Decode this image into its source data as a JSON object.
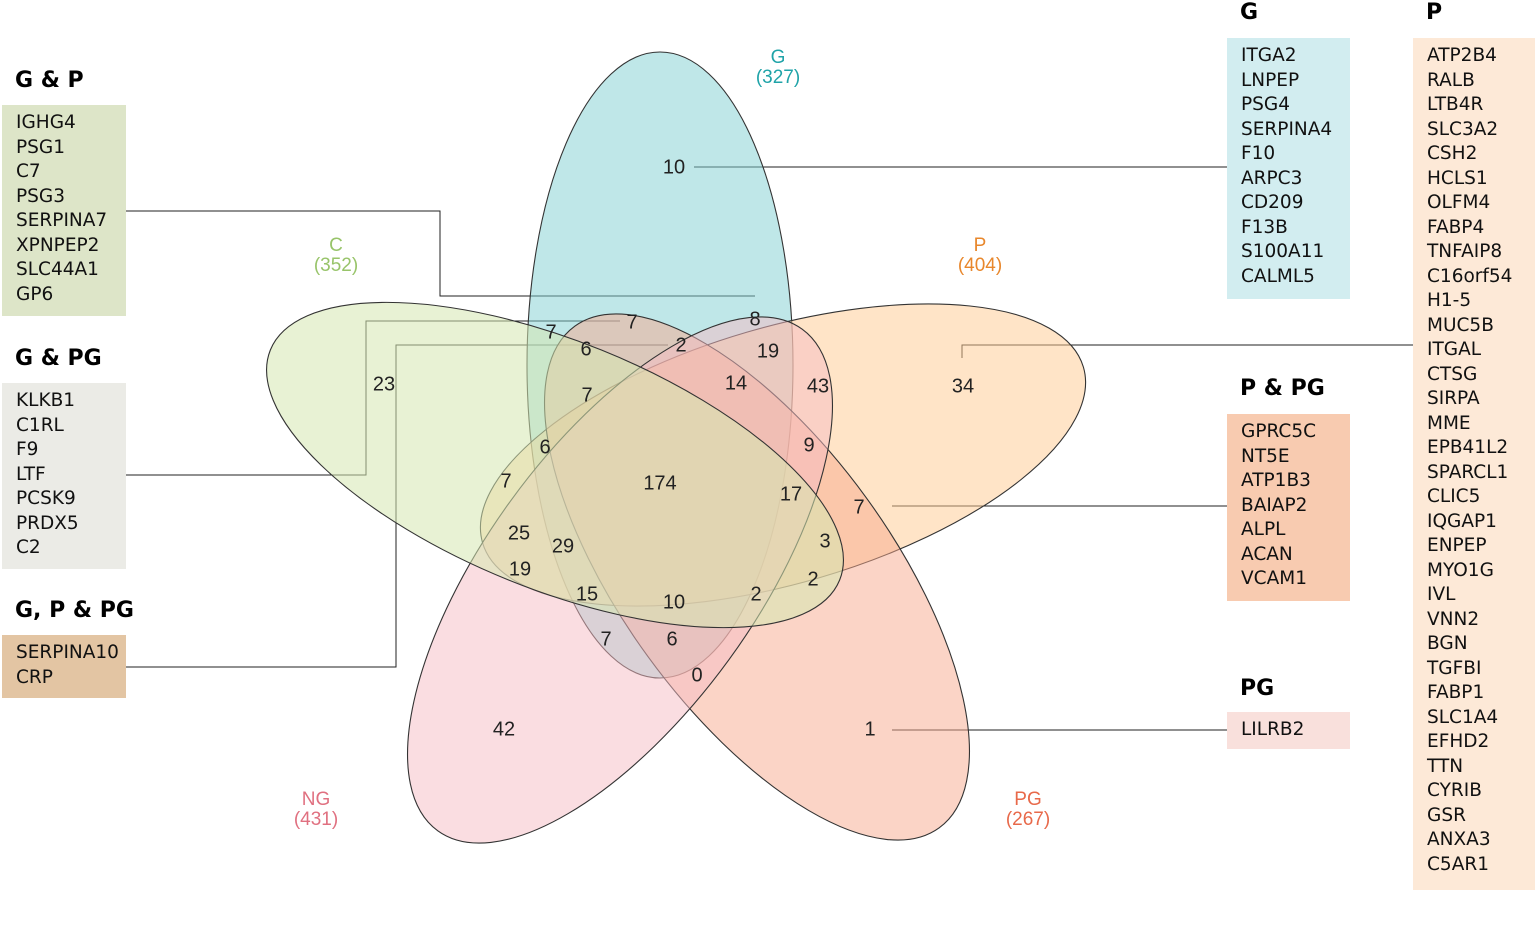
{
  "diagram": {
    "type": "venn",
    "sets": [
      {
        "id": "G",
        "name": "G",
        "count": "(327)",
        "color": "#1fa3a8"
      },
      {
        "id": "P",
        "name": "P",
        "count": "(404)",
        "color": "#e8872c"
      },
      {
        "id": "PG",
        "name": "PG",
        "count": "(267)",
        "color": "#e8694a"
      },
      {
        "id": "NG",
        "name": "NG",
        "count": "(431)",
        "color": "#e07080"
      },
      {
        "id": "C",
        "name": "C",
        "count": "(352)",
        "color": "#98c46a"
      }
    ],
    "regions": [
      {
        "id": "G-only",
        "value": "10"
      },
      {
        "id": "C-only",
        "value": "23"
      },
      {
        "id": "P-only",
        "value": "34"
      },
      {
        "id": "NG-only",
        "value": "42"
      },
      {
        "id": "PG-only",
        "value": "1"
      },
      {
        "id": "r-7a",
        "value": "7"
      },
      {
        "id": "r-7b",
        "value": "7"
      },
      {
        "id": "r-8",
        "value": "8"
      },
      {
        "id": "r-6a",
        "value": "6"
      },
      {
        "id": "r-2a",
        "value": "2"
      },
      {
        "id": "r-19a",
        "value": "19"
      },
      {
        "id": "r-7c",
        "value": "7"
      },
      {
        "id": "r-14",
        "value": "14"
      },
      {
        "id": "r-43",
        "value": "43"
      },
      {
        "id": "r-6b",
        "value": "6"
      },
      {
        "id": "r-9",
        "value": "9"
      },
      {
        "id": "r-7d",
        "value": "7"
      },
      {
        "id": "r-174",
        "value": "174"
      },
      {
        "id": "r-17",
        "value": "17"
      },
      {
        "id": "r-7e",
        "value": "7"
      },
      {
        "id": "r-25",
        "value": "25"
      },
      {
        "id": "r-29",
        "value": "29"
      },
      {
        "id": "r-3",
        "value": "3"
      },
      {
        "id": "r-19b",
        "value": "19"
      },
      {
        "id": "r-2b",
        "value": "2"
      },
      {
        "id": "r-15",
        "value": "15"
      },
      {
        "id": "r-10b",
        "value": "10"
      },
      {
        "id": "r-2c",
        "value": "2"
      },
      {
        "id": "r-7f",
        "value": "7"
      },
      {
        "id": "r-6c",
        "value": "6"
      },
      {
        "id": "r-0",
        "value": "0"
      }
    ]
  },
  "boxes": {
    "g_p": {
      "title": "G & P",
      "color": "#dde5c8",
      "genes": [
        "IGHG4",
        "PSG1",
        "C7",
        "PSG3",
        "SERPINA7",
        "XPNPEP2",
        "SLC44A1",
        "GP6"
      ]
    },
    "g_pg": {
      "title": "G & PG",
      "color": "#ebebe6",
      "genes": [
        "KLKB1",
        "C1RL",
        "F9",
        "LTF",
        "PCSK9",
        "PRDX5",
        "C2"
      ]
    },
    "g_p_pg": {
      "title": "G, P & PG",
      "color": "#e3c5a3",
      "genes": [
        "SERPINA10",
        "CRP"
      ]
    },
    "g": {
      "title": "G",
      "color": "#d2edf0",
      "genes": [
        "ITGA2",
        "LNPEP",
        "PSG4",
        "SERPINA4",
        "F10",
        "ARPC3",
        "CD209",
        "F13B",
        "S100A11",
        "CALML5"
      ]
    },
    "p_pg": {
      "title": "P & PG",
      "color": "#f8cbb0",
      "genes": [
        "GPRC5C",
        "NT5E",
        "ATP1B3",
        "BAIAP2",
        "ALPL",
        "ACAN",
        "VCAM1"
      ]
    },
    "pg": {
      "title": "PG",
      "color": "#f9e0dc",
      "genes": [
        "LILRB2"
      ]
    },
    "p": {
      "title": "P",
      "color": "#fde9d7",
      "genes": [
        "ATP2B4",
        "RALB",
        "LTB4R",
        "SLC3A2",
        "CSH2",
        "HCLS1",
        "OLFM4",
        "FABP4",
        "TNFAIP8",
        "C16orf54",
        "H1-5",
        "MUC5B",
        "ITGAL",
        "CTSG",
        "SIRPA",
        "MME",
        "EPB41L2",
        "SPARCL1",
        "CLIC5",
        "IQGAP1",
        "ENPEP",
        "MYO1G",
        "IVL",
        "VNN2",
        "BGN",
        "TGFBI",
        "FABP1",
        "SLC1A4",
        "EFHD2",
        "TTN",
        "CYRIB",
        "GSR",
        "ANXA3",
        "C5AR1"
      ]
    }
  }
}
